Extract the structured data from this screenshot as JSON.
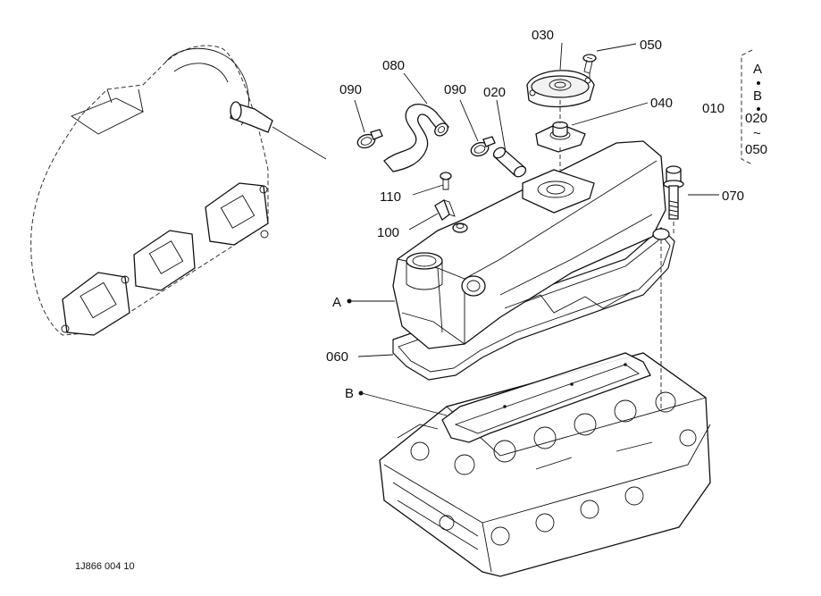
{
  "diagram": {
    "figure_code": "1J866 004 10",
    "callouts": {
      "p010": "010",
      "p020": "020",
      "p030": "030",
      "p040": "040",
      "p050": "050",
      "p060": "060",
      "p070": "070",
      "p080": "080",
      "p090a": "090",
      "p090b": "090",
      "p100": "100",
      "p110": "110",
      "refA": "A",
      "refB": "B"
    },
    "kit_bracket": {
      "line1": "A",
      "line2": "B",
      "line3": "020",
      "line4": "~",
      "line5": "050"
    }
  }
}
